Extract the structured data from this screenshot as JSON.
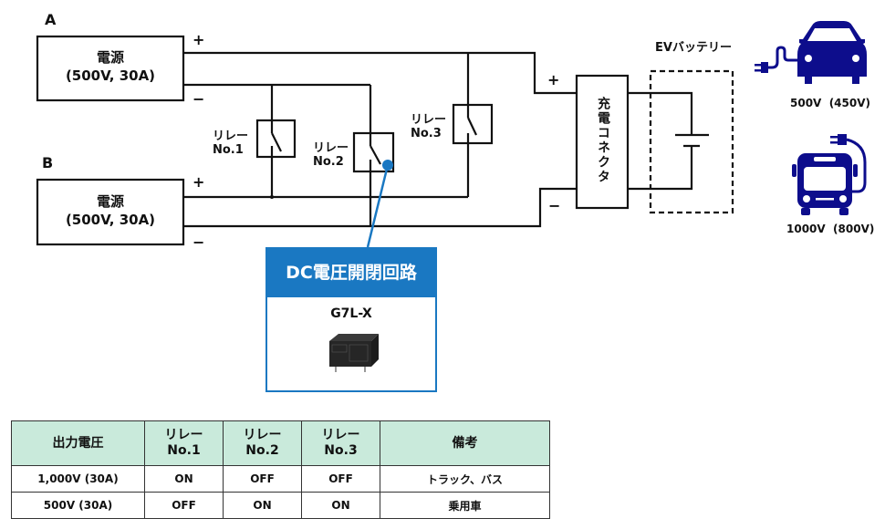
{
  "supplies": [
    {
      "id": "A",
      "label": "電源",
      "rating": "(500V, 30A)",
      "plus": "+",
      "minus": "−"
    },
    {
      "id": "B",
      "label": "電源",
      "rating": "(500V, 30A)",
      "plus": "+",
      "minus": "−"
    }
  ],
  "relays": [
    {
      "line1": "リレー",
      "line2": "No.1"
    },
    {
      "line1": "リレー",
      "line2": "No.2"
    },
    {
      "line1": "リレー",
      "line2": "No.3"
    }
  ],
  "connector": {
    "label": "充電コネクタ",
    "plus": "+",
    "minus": "−"
  },
  "battery": {
    "label": "EVバッテリー"
  },
  "callout": {
    "title": "DC電圧開閉回路",
    "model": "G7L-X"
  },
  "vehicles": [
    {
      "icon": "car-charging-icon",
      "label": "500V  (450V)"
    },
    {
      "icon": "bus-charging-icon",
      "label": "1000V  (800V)"
    }
  ],
  "colors": {
    "accent": "#1a78c2",
    "vehicle": "#0d0d8c",
    "table_header": "#c9eadb",
    "wire": "#111111"
  },
  "table": {
    "headers": [
      "出力電圧",
      "リレー\nNo.1",
      "リレー\nNo.2",
      "リレー\nNo.3",
      "備考"
    ],
    "rows": [
      [
        "1,000V (30A)",
        "ON",
        "OFF",
        "OFF",
        "トラック、バス"
      ],
      [
        "500V (30A)",
        "OFF",
        "ON",
        "ON",
        "乗用車"
      ]
    ]
  }
}
